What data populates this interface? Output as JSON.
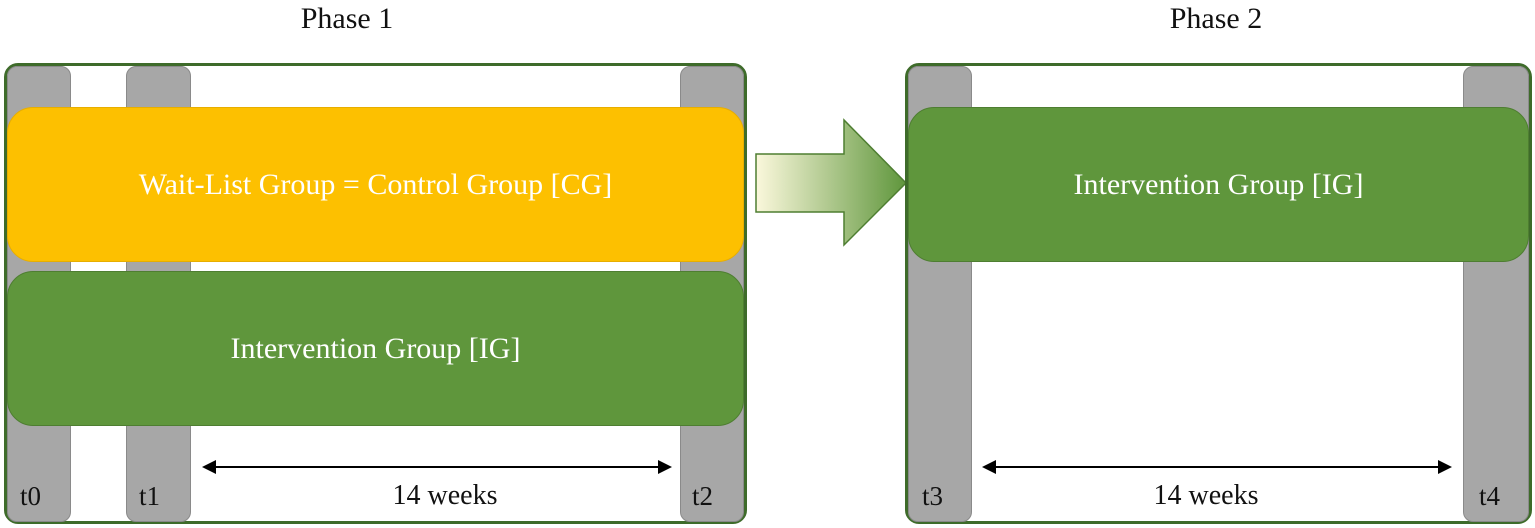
{
  "phases": [
    {
      "title": "Phase 1",
      "groups": [
        "Wait-List Group = Control Group [CG]",
        "Intervention Group [IG]"
      ],
      "timepoints": [
        "t0",
        "t1",
        "t2"
      ],
      "duration": "14 weeks"
    },
    {
      "title": "Phase 2",
      "groups": [
        "Intervention Group [IG]"
      ],
      "timepoints": [
        "t3",
        "t4"
      ],
      "duration": "14 weeks"
    }
  ],
  "colors": {
    "control_group": "#fdc000",
    "intervention_group": "#5f963c",
    "frame_border": "#3e6b2a",
    "timepoint_bar": "#a7a7a7"
  }
}
